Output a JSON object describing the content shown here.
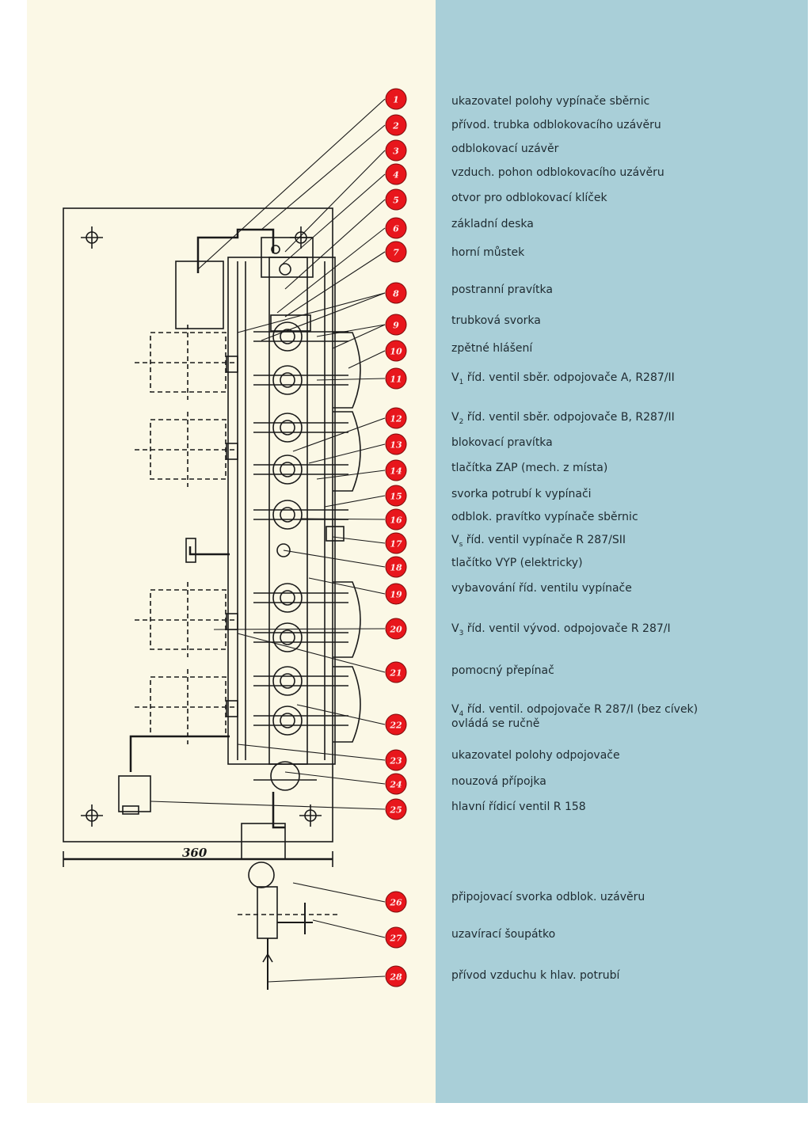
{
  "colors": {
    "paper": "#fbf8e6",
    "panel": "#a9cfd8",
    "badge": "#e8161c",
    "ink": "#1a1a1a"
  },
  "dimension": "360",
  "legend": [
    {
      "n": "1",
      "pre": "ukazovatel polohy vypínače sběrnic"
    },
    {
      "n": "2",
      "pre": "přívod. trubka odblokovacího uzávěru"
    },
    {
      "n": "3",
      "pre": "odblokovací uzávěr"
    },
    {
      "n": "4",
      "pre": "vzduch. pohon odblokovacího uzávěru"
    },
    {
      "n": "5",
      "pre": "otvor pro odblokovací klíček"
    },
    {
      "n": "6",
      "pre": "základní deska"
    },
    {
      "n": "7",
      "pre": "horní můstek"
    },
    {
      "n": "8",
      "pre": "postranní pravítka"
    },
    {
      "n": "9",
      "pre": "trubková svorka"
    },
    {
      "n": "10",
      "pre": "zpětné hlášení"
    },
    {
      "n": "11",
      "pre": "V",
      "sub": "1",
      "post": " říd. ventil sběr. odpojovače A, R287/II"
    },
    {
      "n": "12",
      "pre": "V",
      "sub": "2",
      "post": " říd. ventil sběr. odpojovače B, R287/II"
    },
    {
      "n": "13",
      "pre": "blokovací pravítka"
    },
    {
      "n": "14",
      "pre": "tlačítka ZAP (mech. z místa)"
    },
    {
      "n": "15",
      "pre": "svorka potrubí k vypínači"
    },
    {
      "n": "16",
      "pre": "odblok. pravítko vypínače sběrnic"
    },
    {
      "n": "17",
      "pre": "V",
      "sub": "s",
      "post": " říd. ventil vypínače R 287/SII"
    },
    {
      "n": "18",
      "pre": "tlačítko VYP (elektricky)"
    },
    {
      "n": "19",
      "pre": "vybavování říd. ventilu vypínače"
    },
    {
      "n": "20",
      "pre": "V",
      "sub": "3",
      "post": " říd. ventil vývod. odpojovače R 287/I"
    },
    {
      "n": "21",
      "pre": "pomocný přepínač"
    },
    {
      "n": "22",
      "pre": "V",
      "sub": "4",
      "post": " říd. ventil. odpojovače R 287/I (bez cívek)"
    },
    {
      "n": "22b",
      "pre": "ovládá se ručně"
    },
    {
      "n": "23",
      "pre": "ukazovatel polohy odpojovače"
    },
    {
      "n": "24",
      "pre": "nouzová přípojka"
    },
    {
      "n": "25",
      "pre": "hlavní řídicí ventil R 158"
    },
    {
      "n": "26",
      "pre": "připojovací svorka odblok. uzávěru"
    },
    {
      "n": "27",
      "pre": "uzavírací šoupátko"
    },
    {
      "n": "28",
      "pre": "přívod vzduchu k hlav. potrubí"
    }
  ]
}
